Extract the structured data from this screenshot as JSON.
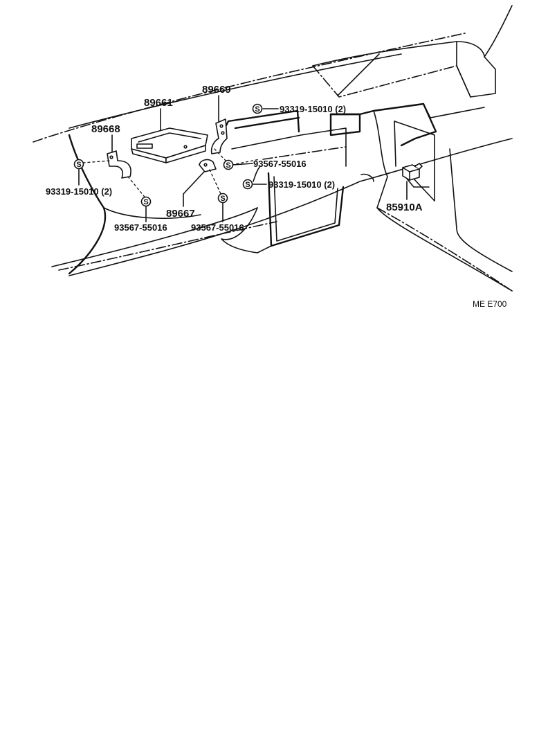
{
  "labels": {
    "p89661": "89661",
    "p89669": "89669",
    "p89668": "89668",
    "p89667": "89667",
    "p85910A": "85910A",
    "screw_a": "93319-15010 (2)",
    "nut_a": "93567-55016",
    "screw_b": "93319-15010 (2)",
    "screw_c": "93319-15010 (2)",
    "nut_b": "93567-55016",
    "nut_c": "93567-55016",
    "code": "ME E700"
  },
  "symbols": {
    "s1": "S",
    "s2": "S",
    "s3": "S",
    "s4": "S",
    "s5": "S",
    "s6": "S"
  }
}
